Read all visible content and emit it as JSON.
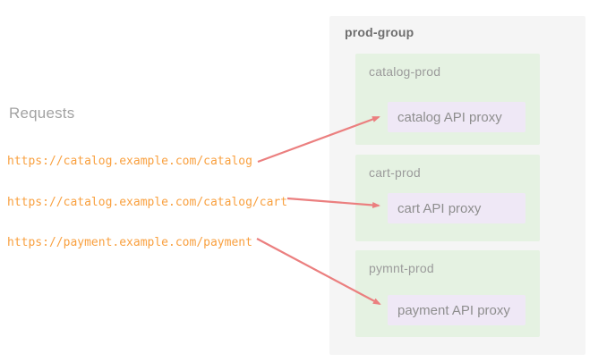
{
  "requests": {
    "heading": "Requests",
    "urls": [
      "https://catalog.example.com/catalog",
      "https://catalog.example.com/catalog/cart",
      "https://payment.example.com/payment"
    ]
  },
  "group": {
    "title": "prod-group",
    "environments": [
      {
        "name": "catalog-prod",
        "proxy": "catalog API proxy"
      },
      {
        "name": "cart-prod",
        "proxy": "cart API proxy"
      },
      {
        "name": "pymnt-prod",
        "proxy": "payment API proxy"
      }
    ]
  },
  "colors": {
    "url_text": "#f9a03f",
    "arrow": "#eb7f7f",
    "group_bg": "#f5f5f5",
    "env_bg": "#e5f2e2",
    "proxy_bg": "#efe8f6",
    "heading_text": "#a2a2a2",
    "env_label_text": "#9b9b9b",
    "group_title_text": "#6e6e6e"
  }
}
